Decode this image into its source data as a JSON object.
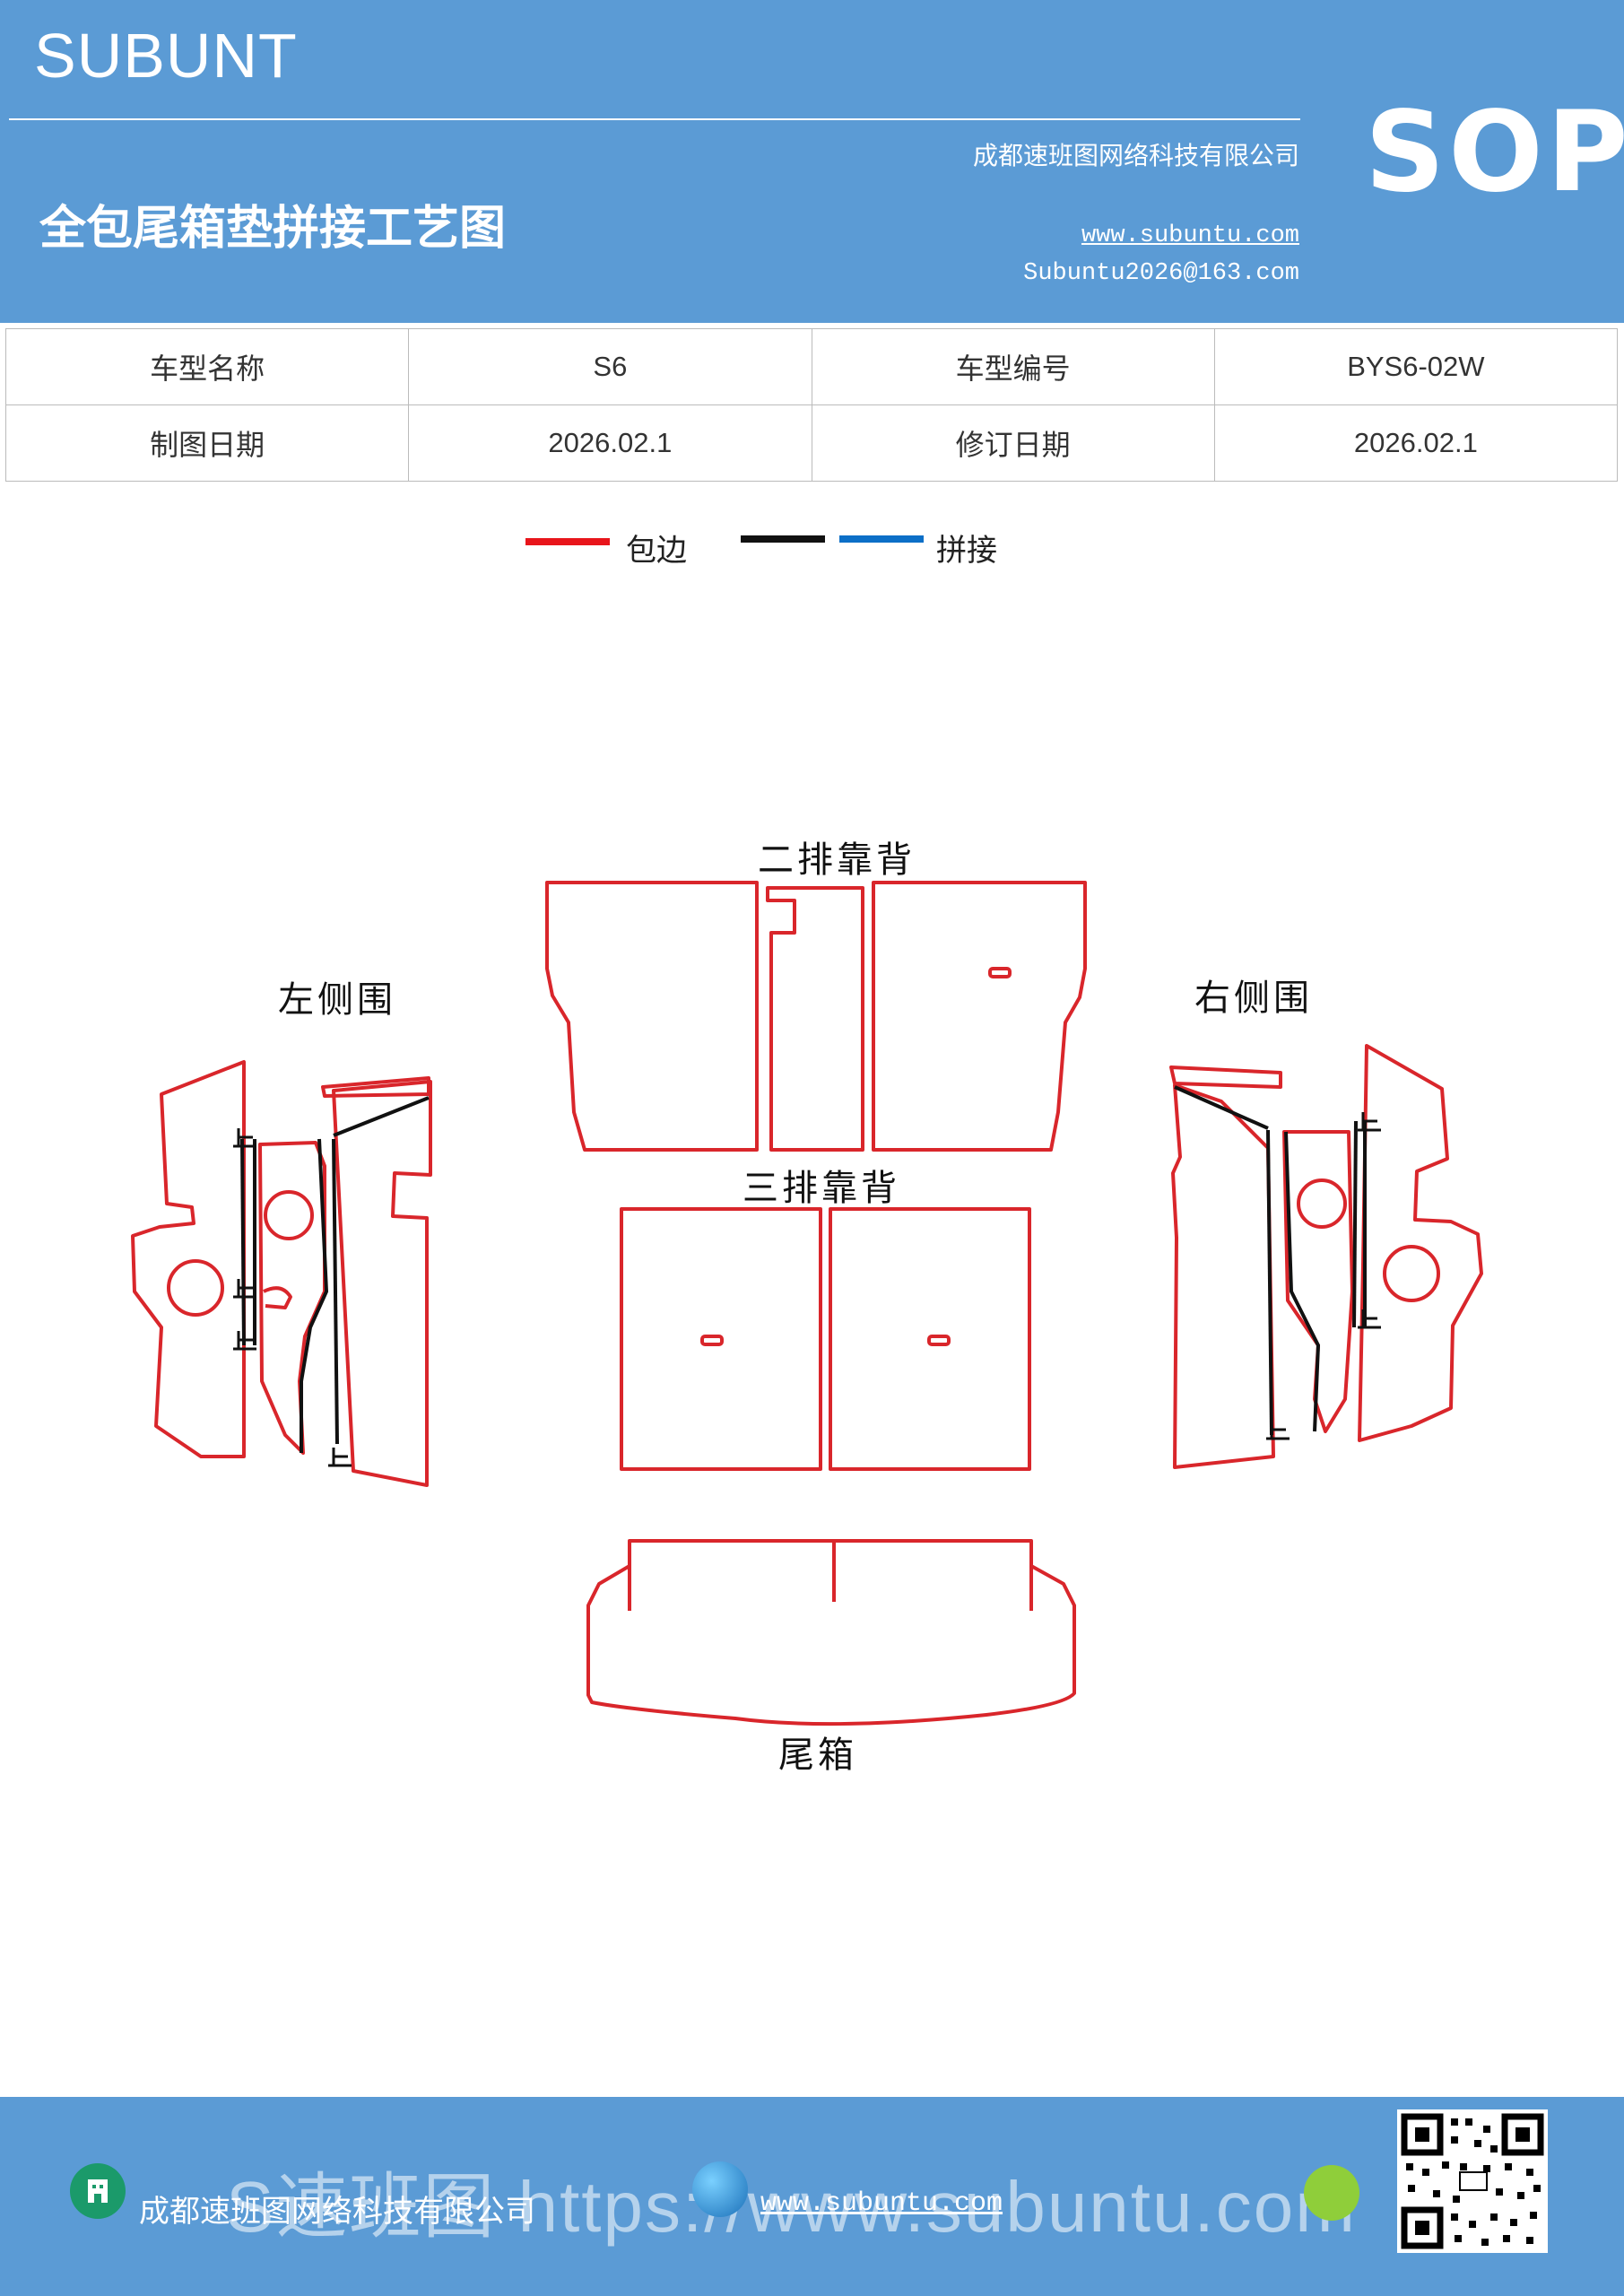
{
  "header": {
    "brand": "SUBUNT",
    "title": "全包尾箱垫拼接工艺图",
    "company": "成都速班图网络科技有限公司",
    "website": "www.subuntu.com",
    "email": "Subuntu2026@163.com",
    "badge": "SOP"
  },
  "info_table": {
    "row1": {
      "label1": "车型名称",
      "value1": "S6",
      "label2": "车型编号",
      "value2": "BYS6-02W"
    },
    "row2": {
      "label1": "制图日期",
      "value1": "2026.02.1",
      "label2": "修订日期",
      "value2": "2026.02.1"
    }
  },
  "legend": {
    "red_label": "包边",
    "splice_label": "拼接",
    "colors": {
      "binding": "#e8151b",
      "black": "#111111",
      "splice": "#0c6fc7"
    }
  },
  "parts": {
    "second_row_back": "二排靠背",
    "third_row_back": "三排靠背",
    "left_side": "左侧围",
    "right_side": "右侧围",
    "trunk": "尾箱",
    "stop_mark": "止"
  },
  "footer": {
    "company": "成都速班图网络科技有限公司",
    "website": "www.subuntu.com",
    "watermark": "S速班图 https://www.subuntu.com"
  },
  "icons": [
    "building-icon",
    "globe-icon",
    "logo-icon",
    "qr-code"
  ]
}
